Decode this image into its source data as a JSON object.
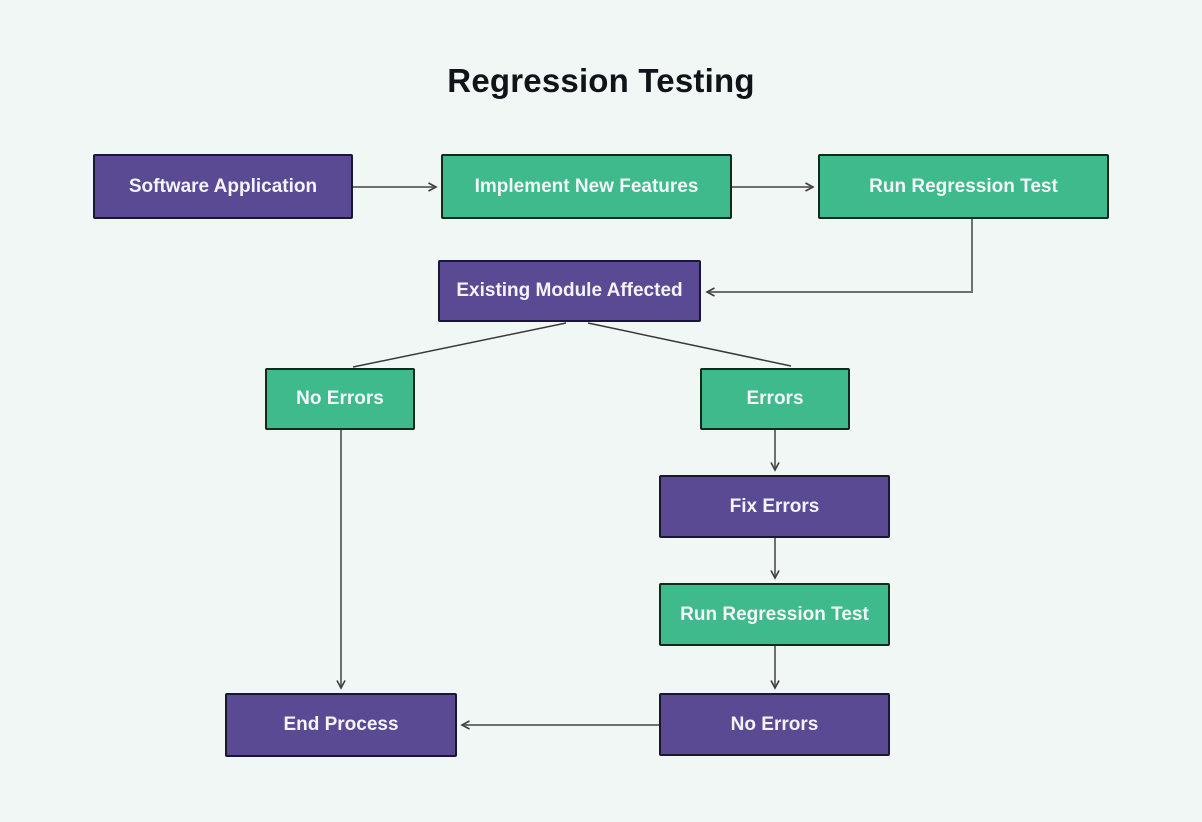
{
  "title": "Regression Testing",
  "colors": {
    "background": "#f0f7f4",
    "purple": "#5a4a93",
    "purpleBorder": "#1b1733",
    "green": "#3eba8c",
    "greenBorder": "#12291e",
    "arrow": "#6f6f6f",
    "arrowhead": "#3d3d3d",
    "diagonal": "#383838",
    "title": "#101418",
    "label": "#f4f4f8"
  },
  "nodes": [
    {
      "id": "software-application",
      "label": "Software Application",
      "type": "purple"
    },
    {
      "id": "implement-new-features",
      "label": "Implement New Features",
      "type": "green"
    },
    {
      "id": "run-regression-test-1",
      "label": "Run Regression Test",
      "type": "green"
    },
    {
      "id": "existing-module-affected",
      "label": "Existing Module Affected",
      "type": "purple"
    },
    {
      "id": "no-errors-1",
      "label": "No Errors",
      "type": "green"
    },
    {
      "id": "errors",
      "label": "Errors",
      "type": "green"
    },
    {
      "id": "fix-errors",
      "label": "Fix Errors",
      "type": "purple"
    },
    {
      "id": "run-regression-test-2",
      "label": "Run Regression Test",
      "type": "green"
    },
    {
      "id": "no-errors-2",
      "label": "No Errors",
      "type": "purple"
    },
    {
      "id": "end-process",
      "label": "End Process",
      "type": "purple"
    }
  ],
  "edges": [
    {
      "from": "software-application",
      "to": "implement-new-features",
      "arrowhead": true
    },
    {
      "from": "implement-new-features",
      "to": "run-regression-test-1",
      "arrowhead": true
    },
    {
      "from": "run-regression-test-1",
      "to": "existing-module-affected",
      "arrowhead": true
    },
    {
      "from": "existing-module-affected",
      "to": "no-errors-1",
      "arrowhead": false
    },
    {
      "from": "existing-module-affected",
      "to": "errors",
      "arrowhead": false
    },
    {
      "from": "errors",
      "to": "fix-errors",
      "arrowhead": true
    },
    {
      "from": "fix-errors",
      "to": "run-regression-test-2",
      "arrowhead": true
    },
    {
      "from": "run-regression-test-2",
      "to": "no-errors-2",
      "arrowhead": true
    },
    {
      "from": "no-errors-1",
      "to": "end-process",
      "arrowhead": true
    },
    {
      "from": "no-errors-2",
      "to": "end-process",
      "arrowhead": true
    }
  ]
}
